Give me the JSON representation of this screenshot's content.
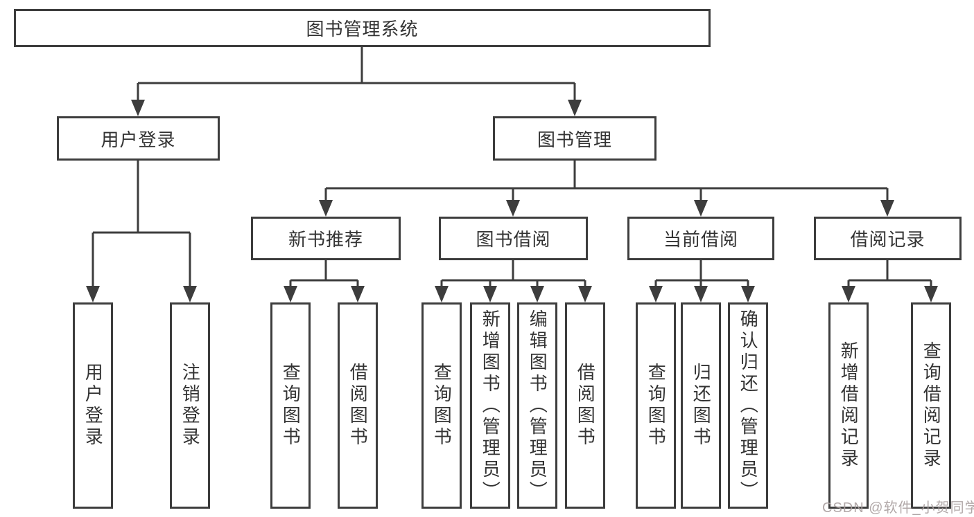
{
  "tree": {
    "label": "图书管理系统",
    "children": [
      {
        "label": "用户登录",
        "children": [
          {
            "label": "用户登录"
          },
          {
            "label": "注销登录"
          }
        ]
      },
      {
        "label": "图书管理",
        "children": [
          {
            "label": "新书推荐",
            "children": [
              {
                "label": "查询图书"
              },
              {
                "label": "借阅图书"
              }
            ]
          },
          {
            "label": "图书借阅",
            "children": [
              {
                "label": "查询图书"
              },
              {
                "label": "新增图书（管理员）"
              },
              {
                "label": "编辑图书（管理员）"
              },
              {
                "label": "借阅图书"
              }
            ]
          },
          {
            "label": "当前借阅",
            "children": [
              {
                "label": "查询图书"
              },
              {
                "label": "归还图书"
              },
              {
                "label": "确认归还（管理员）"
              }
            ]
          },
          {
            "label": "借阅记录",
            "children": [
              {
                "label": "新增借阅记录"
              },
              {
                "label": "查询借阅记录"
              }
            ]
          }
        ]
      }
    ]
  },
  "watermark": "CSDN @软件_小贺同学",
  "colors": {
    "line": "#3d3d3d",
    "text": "#333333",
    "background": "#ffffff",
    "watermark": "#a99f9f"
  }
}
